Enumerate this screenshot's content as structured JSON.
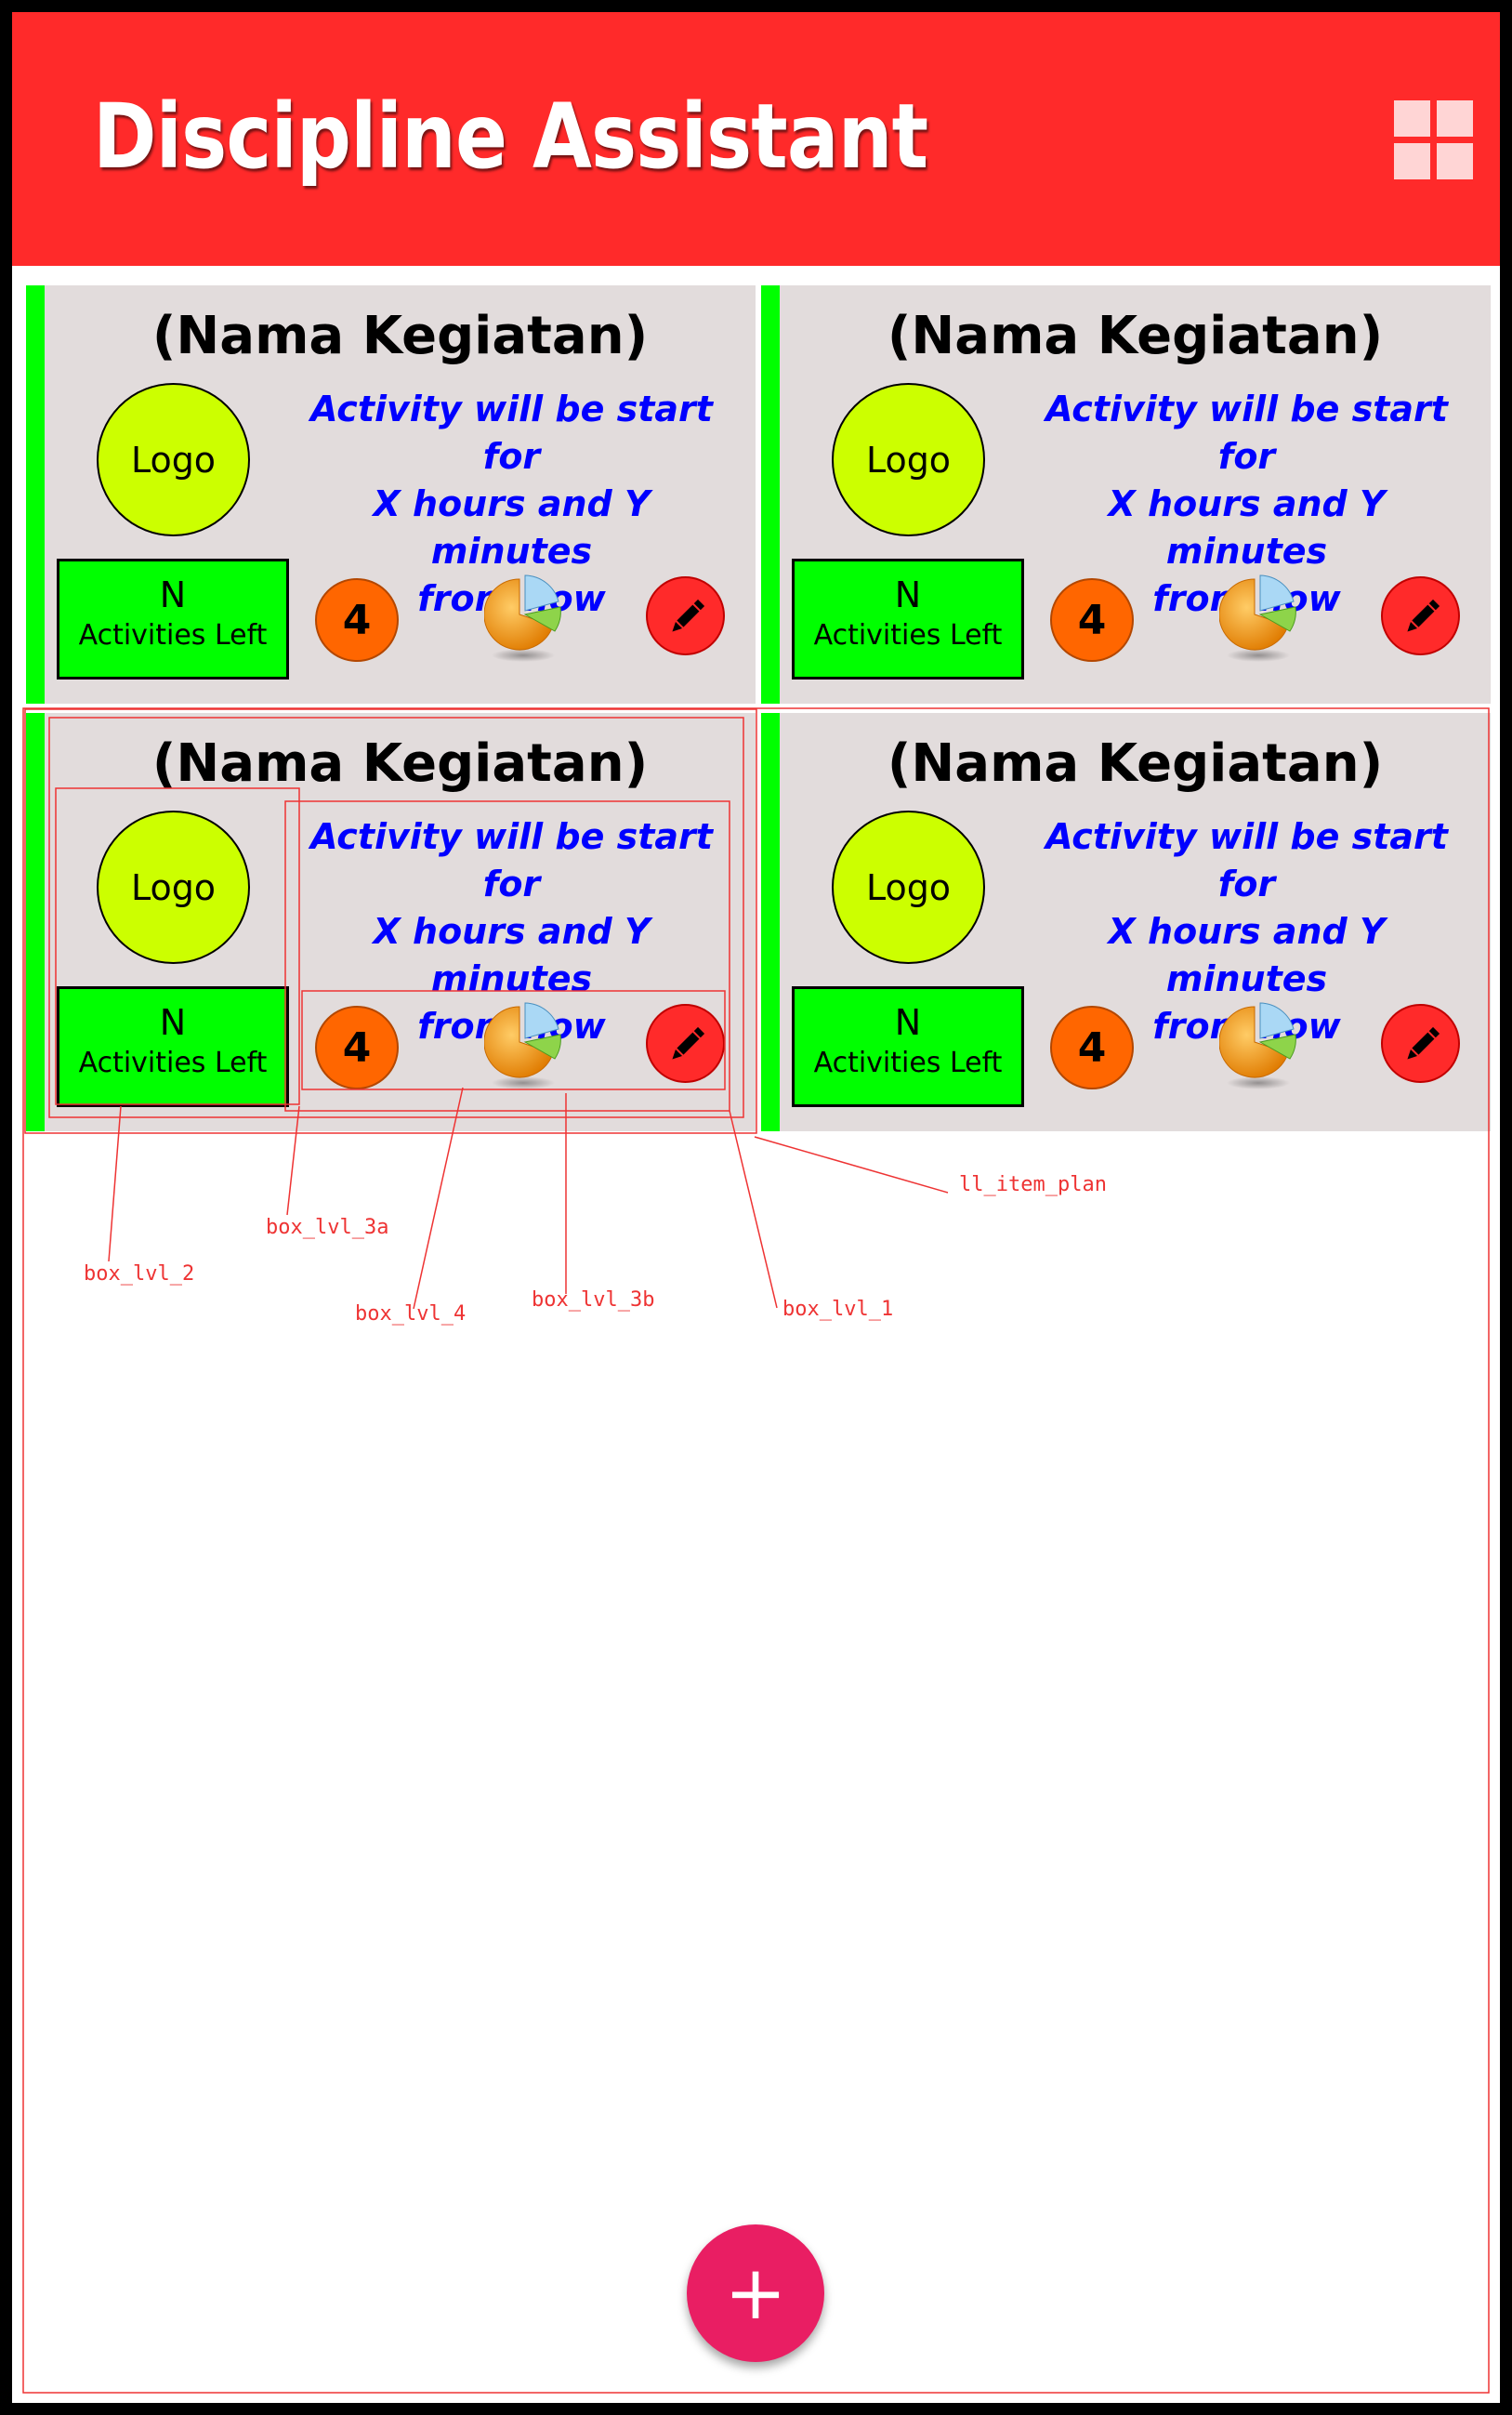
{
  "app": {
    "title": "Discipline Assistant",
    "menu_icon": "grid-view-icon"
  },
  "colors": {
    "app_bar": "#ff2a2a",
    "card_background": "#e2dcdc",
    "card_stripe": "#00ff00",
    "logo_circle": "#ccff00",
    "badge": "#ff6600",
    "description_text": "#0000ff",
    "edit_button": "#ff2a2a",
    "fab": "#e91e63",
    "annotation": "#ee3333"
  },
  "cards": [
    {
      "title": "(Nama Kegiatan)",
      "logo": "Logo",
      "description_lines": [
        "Activity will be start for",
        "X hours and Y minutes",
        "from now"
      ],
      "count": "N",
      "count_label": "Activities Left",
      "badge": "4",
      "stats_icon": "pie-chart-icon",
      "edit_icon": "pencil-icon"
    },
    {
      "title": "(Nama Kegiatan)",
      "logo": "Logo",
      "description_lines": [
        "Activity will be start for",
        "X hours and Y minutes",
        "from now"
      ],
      "count": "N",
      "count_label": "Activities Left",
      "badge": "4",
      "stats_icon": "pie-chart-icon",
      "edit_icon": "pencil-icon"
    },
    {
      "title": "(Nama Kegiatan)",
      "logo": "Logo",
      "description_lines": [
        "Activity will be start for",
        "X hours and Y minutes",
        "from now"
      ],
      "count": "N",
      "count_label": "Activities Left",
      "badge": "4",
      "stats_icon": "pie-chart-icon",
      "edit_icon": "pencil-icon"
    },
    {
      "title": "(Nama Kegiatan)",
      "logo": "Logo",
      "description_lines": [
        "Activity will be start for",
        "X hours and Y minutes",
        "from now"
      ],
      "count": "N",
      "count_label": "Activities Left",
      "badge": "4",
      "stats_icon": "pie-chart-icon",
      "edit_icon": "pencil-icon"
    }
  ],
  "annotations": {
    "ll_item_plan": "ll_item_plan",
    "box_lvl_3a": "box_lvl_3a",
    "box_lvl_2": "box_lvl_2",
    "box_lvl_4": "box_lvl_4",
    "box_lvl_3b": "box_lvl_3b",
    "box_lvl_1": "box_lvl_1"
  },
  "fab": {
    "label": "+",
    "icon": "add-icon"
  }
}
